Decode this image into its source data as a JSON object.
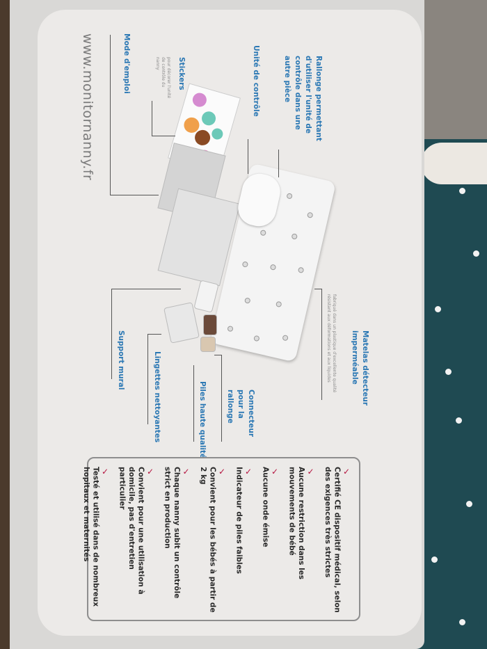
{
  "box": {
    "website": "www.monitornanny.fr",
    "labels": {
      "rallonge": "Rallonge permettant d'utiliser l'unité de contrôle dans une autre pièce",
      "unite": "Unité de contrôle",
      "stickers": "Stickers",
      "stickers_sub": "pour décorer l'unité de contrôle du nanny",
      "mode_emploi": "Mode d'emploi",
      "matelas": "Matelas détecteur imperméable",
      "matelas_sub": "fabriqué dans un plastique d'excellente qualité résistant aux déformations et aux liquides",
      "connecteur": "Connecteur pour la rallonge",
      "piles": "Piles haute qualité",
      "lingettes": "Lingettes nettoyantes",
      "support": "Support mural"
    },
    "features": [
      "Certifié CE dispositif médical, selon des exigences très strictes",
      "Aucune restriction dans les mouvements de bébé",
      "Aucune onde émise",
      "Indicateur de piles faibles",
      "Convient pour les bébés à partir de 2 kg",
      "Chaque nanny subit un contrôle strict en production",
      "Convient pour une utilisation à domicile, pas d'entretien particulier",
      "Testé et utilisé dans de nombreux hopitaux et maternités"
    ],
    "check_icon": "check-mark-icon",
    "colors": {
      "label_blue": "#2b78b4",
      "check_red": "#b4133e",
      "blanket": "#1f4a52"
    }
  }
}
